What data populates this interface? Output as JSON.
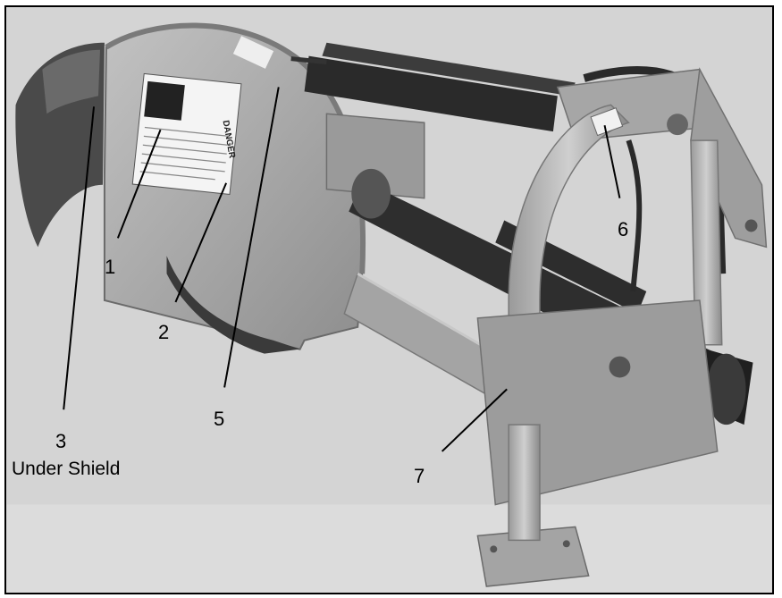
{
  "callouts": {
    "c1": "1",
    "c2": "2",
    "c3": "3",
    "c3_note": "Under Shield",
    "c5": "5",
    "c6": "6",
    "c7": "7"
  },
  "decal_text": {
    "danger": "DANGER"
  },
  "colors": {
    "frame": "#000000",
    "photo_background": "#d4d4d4",
    "machine_body": "#a9a9a9"
  }
}
